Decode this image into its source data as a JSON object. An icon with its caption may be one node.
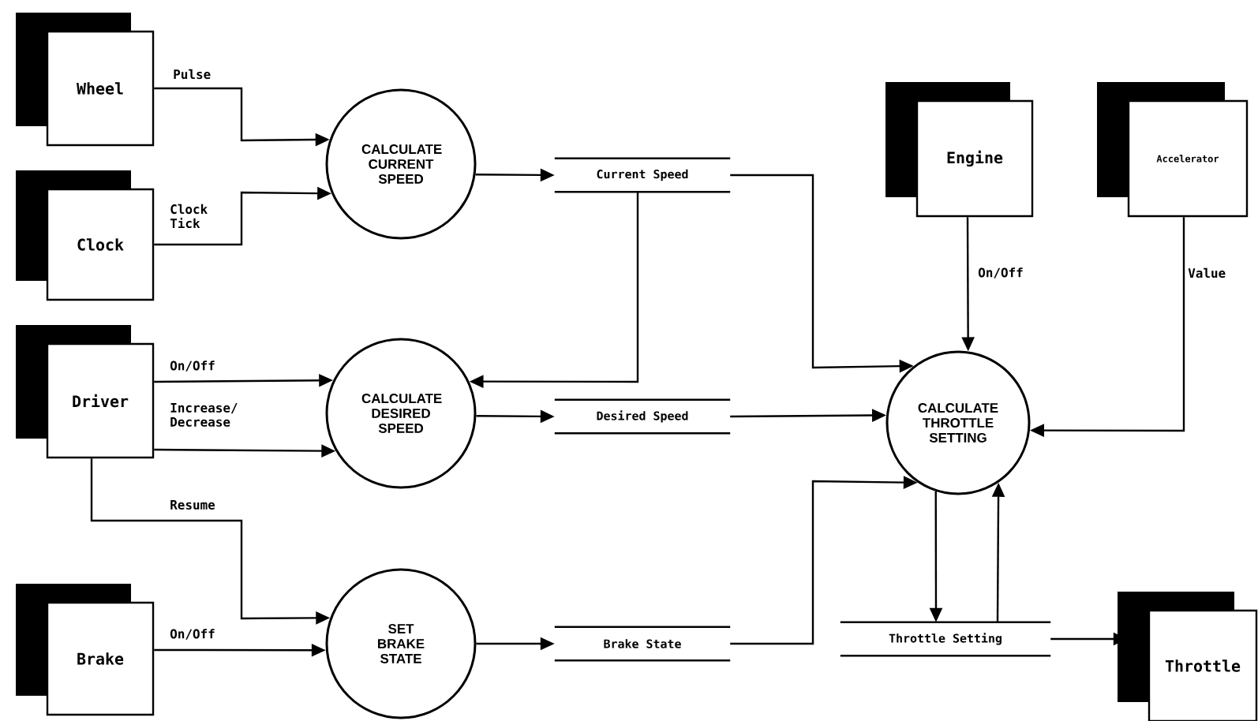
{
  "diagram": {
    "nodes": [
      {
        "text": [
          "Wheel"
        ]
      },
      {
        "text": [
          "Clock"
        ]
      },
      {
        "text": [
          "Driver"
        ]
      },
      {
        "text": [
          "Brake"
        ]
      },
      {
        "text": [
          "CALCULATE CURRENT SPEED"
        ]
      },
      {
        "text": [
          "CALCULATE DESIRED SPEED"
        ]
      },
      {
        "text": [
          "SET BRAKE STATE"
        ]
      },
      {
        "text": [
          "Current Speed"
        ]
      },
      {
        "text": [
          "Desired Speed"
        ]
      },
      {
        "text": [
          "Brake State"
        ]
      },
      {
        "text": [
          "Engine"
        ]
      },
      {
        "text": [
          "Accelerator"
        ]
      },
      {
        "text": [
          "CALCULATE THROTTLE SETTING"
        ]
      },
      {
        "text": [
          "Throttle Setting"
        ]
      },
      {
        "text": [
          "Throttle"
        ]
      }
    ],
    "edges": [
      {
        "from": 0,
        "to": 4,
        "arrow": "to",
        "label": "Pulse"
      },
      {
        "from": 1,
        "to": 4,
        "arrow": "to",
        "label": "Clock Tick"
      },
      {
        "from": 2,
        "to": 5,
        "arrow": "to",
        "label": "On/Off"
      },
      {
        "from": 2,
        "to": 5,
        "arrow": "to",
        "label": "Increase/ Decrease"
      },
      {
        "from": 2,
        "to": 6,
        "arrow": "to",
        "label": "Resume"
      },
      {
        "from": 3,
        "to": 6,
        "arrow": "to",
        "label": "On/Off"
      },
      {
        "from": 4,
        "to": 7,
        "arrow": "to"
      },
      {
        "from": 5,
        "to": 8,
        "arrow": "to"
      },
      {
        "from": 6,
        "to": 9,
        "arrow": "to"
      },
      {
        "from": 7,
        "to": 5,
        "arrow": "to"
      },
      {
        "from": 7,
        "to": 12,
        "arrow": "to"
      },
      {
        "from": 8,
        "to": 12,
        "arrow": "to"
      },
      {
        "from": 9,
        "to": 12,
        "arrow": "to"
      },
      {
        "from": 10,
        "to": 12,
        "arrow": "to",
        "label": "On/Off"
      },
      {
        "from": 11,
        "to": 12,
        "arrow": "to",
        "label": "Value"
      },
      {
        "from": 12,
        "to": 13,
        "arrow": "to"
      },
      {
        "from": 13,
        "to": 12,
        "arrow": "to"
      },
      {
        "from": 13,
        "to": 14,
        "arrow": "to"
      }
    ]
  }
}
